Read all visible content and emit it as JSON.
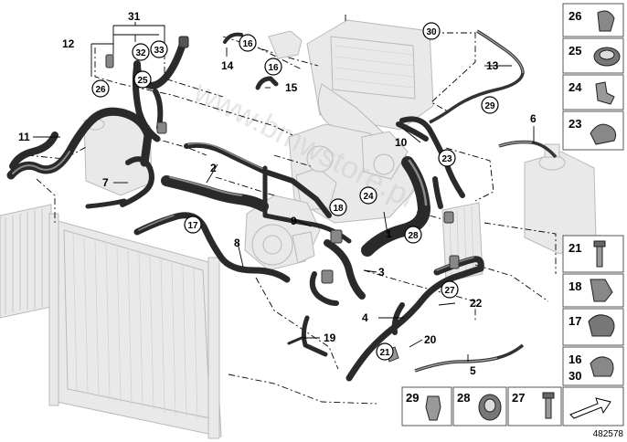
{
  "labels": {
    "l1": "1",
    "l2": "2",
    "l3": "3",
    "l4": "4",
    "l5": "5",
    "l6": "6",
    "l7": "7",
    "l8": "8",
    "l9": "9",
    "l10": "10",
    "l11": "11",
    "l12": "12",
    "l13": "13",
    "l14": "14",
    "l15": "15",
    "l19": "19",
    "l20": "20",
    "l22": "22",
    "l31": "31"
  },
  "circled": {
    "c16a": "16",
    "c16b": "16",
    "c17": "17",
    "c18": "18",
    "c21": "21",
    "c23": "23",
    "c24": "24",
    "c25": "25",
    "c26": "26",
    "c27": "27",
    "c28": "28",
    "c29": "29",
    "c30": "30",
    "c32": "32",
    "c33": "33"
  },
  "panel": {
    "p26": "26",
    "p25": "25",
    "p24": "24",
    "p23": "23",
    "p21": "21",
    "p18": "18",
    "p17": "17",
    "p16": "16",
    "p30": "30",
    "p29": "29",
    "p28": "28",
    "p27": "27"
  },
  "watermark": "www.bmwstore.pl",
  "diagram_number": "482578",
  "colors": {
    "hose": "#2a2a2a",
    "ghost_part": "#e9e9e9",
    "panel_border": "#555555"
  },
  "icons": [
    "arrow-icon",
    "screw-icon",
    "clamp-icon",
    "clip-icon",
    "bracket-icon"
  ]
}
